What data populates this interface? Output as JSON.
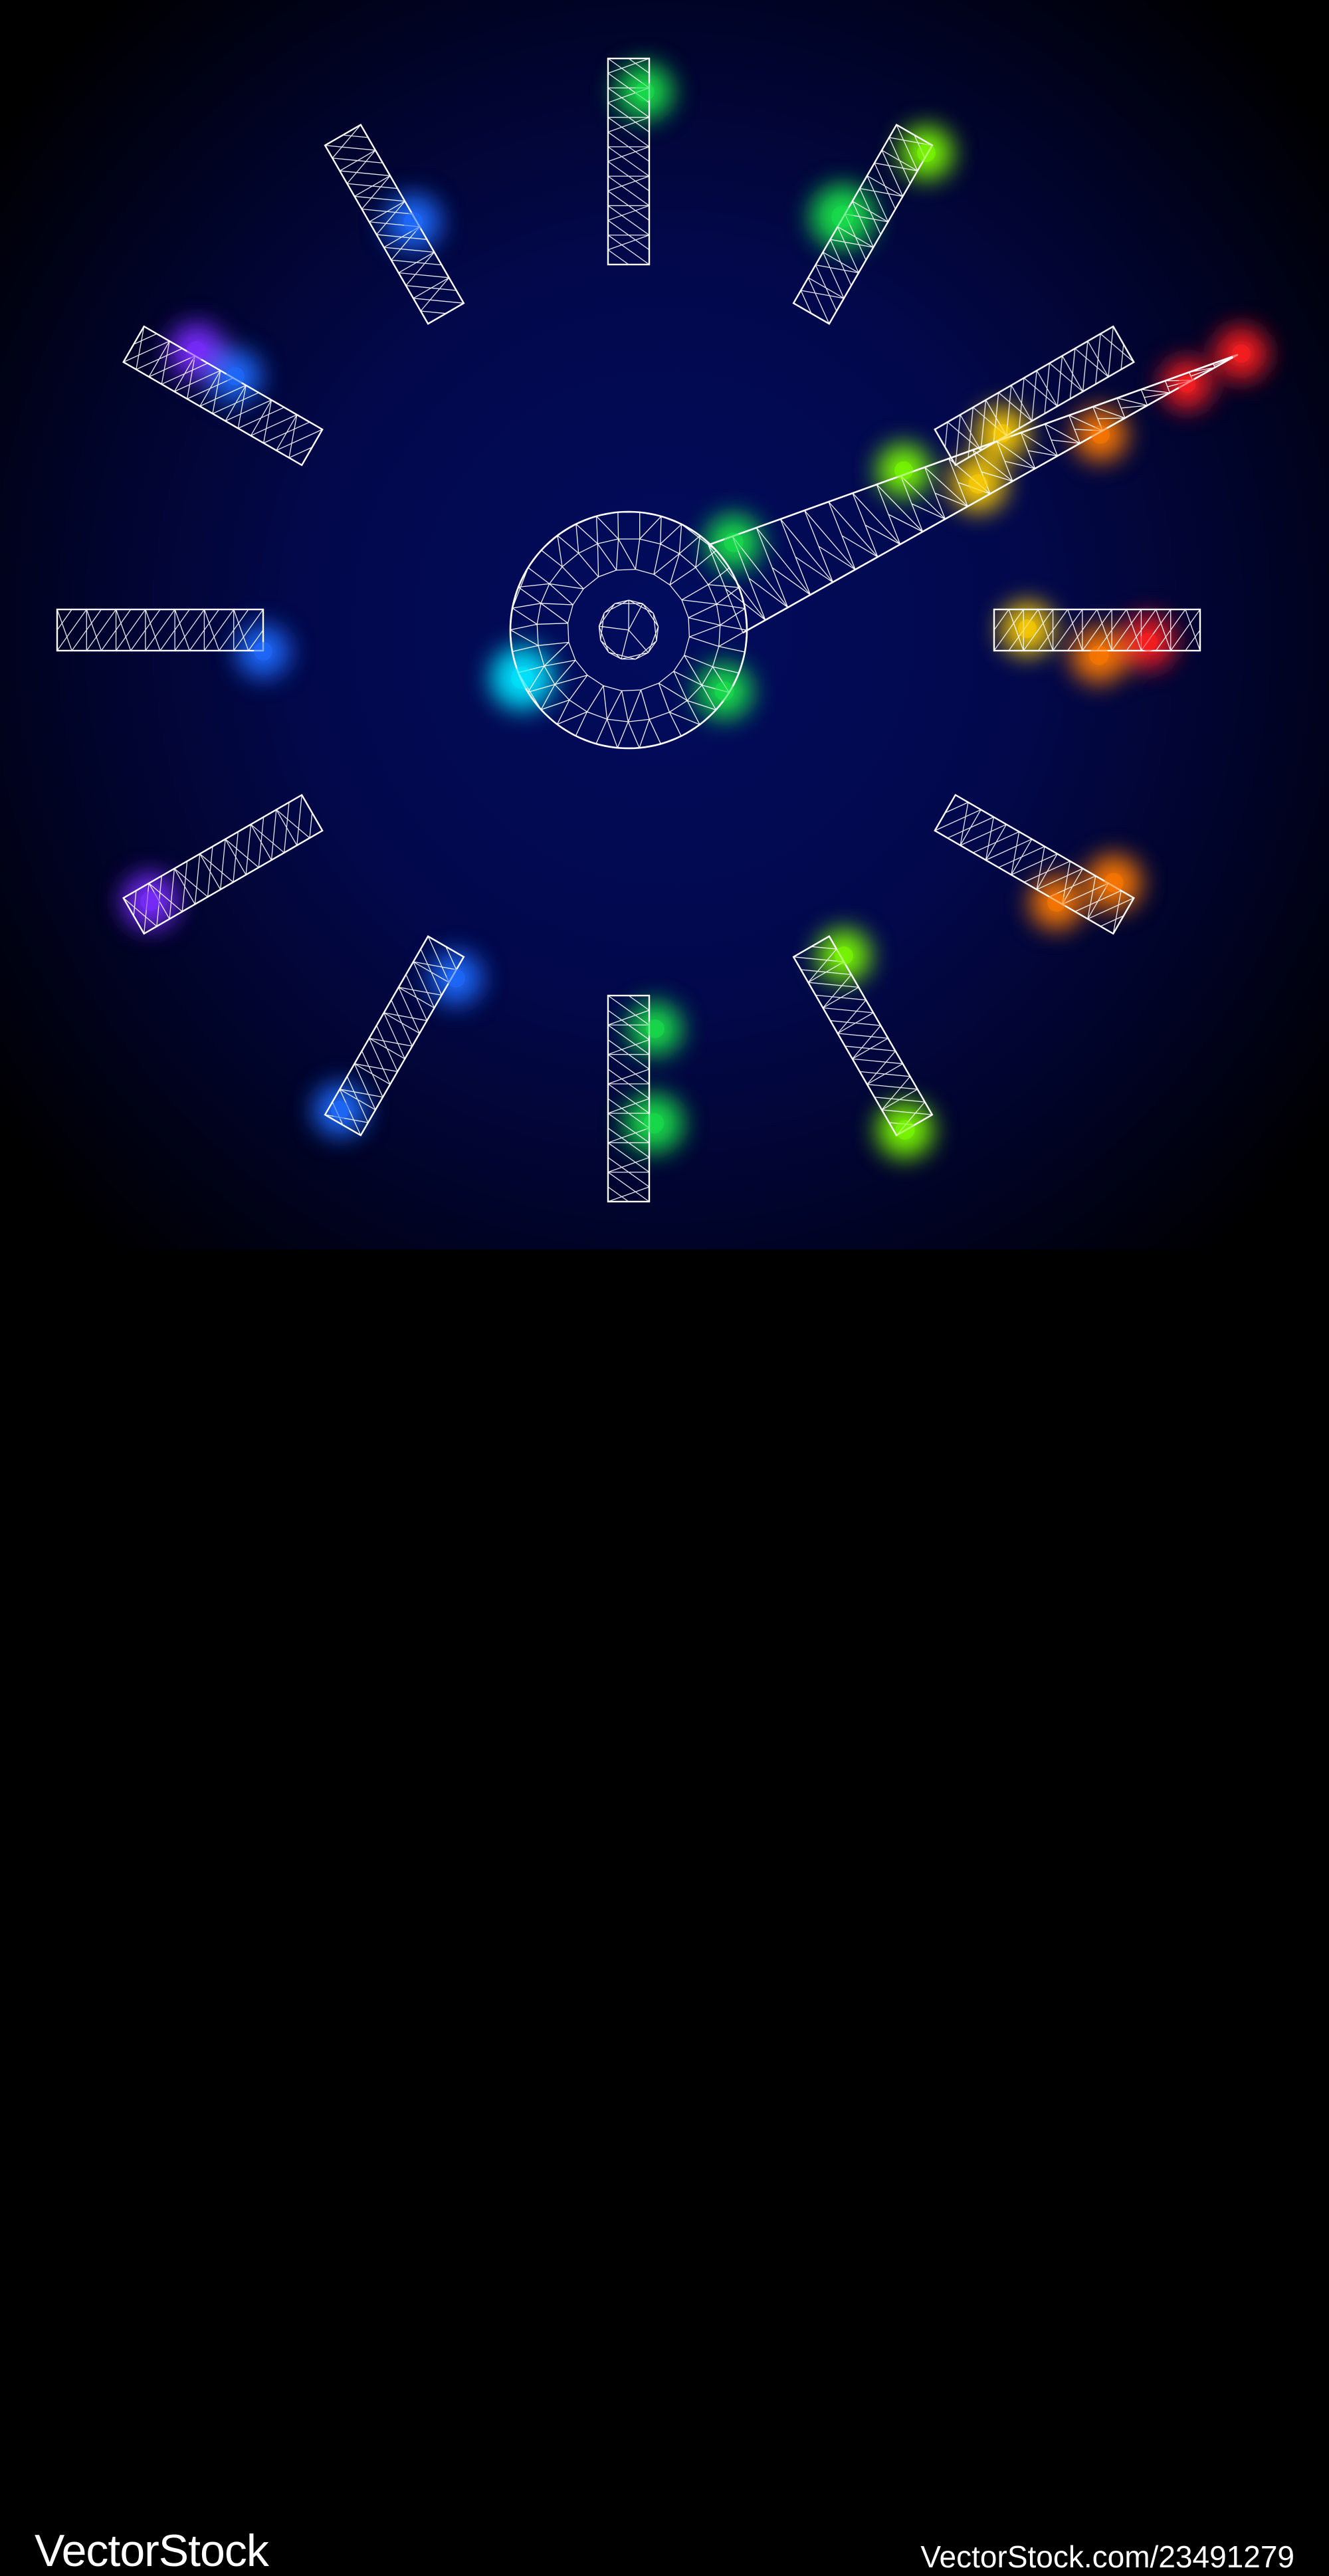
{
  "image": {
    "subject": "polygonal wireframe clock dial with needle and spectral glowing points",
    "background_colors": {
      "center": "#020c5e",
      "edge": "#000000"
    },
    "mesh_color": "#ffffff",
    "glow_colors": [
      "#ff1f1f",
      "#ff7a00",
      "#ffd000",
      "#7cff00",
      "#19e04a",
      "#00e6ff",
      "#1f6bff",
      "#7a2cff"
    ]
  },
  "watermark": {
    "brand": "VectorStock",
    "url": "VectorStock.com/23491279",
    "text_color": "#ffffff"
  }
}
